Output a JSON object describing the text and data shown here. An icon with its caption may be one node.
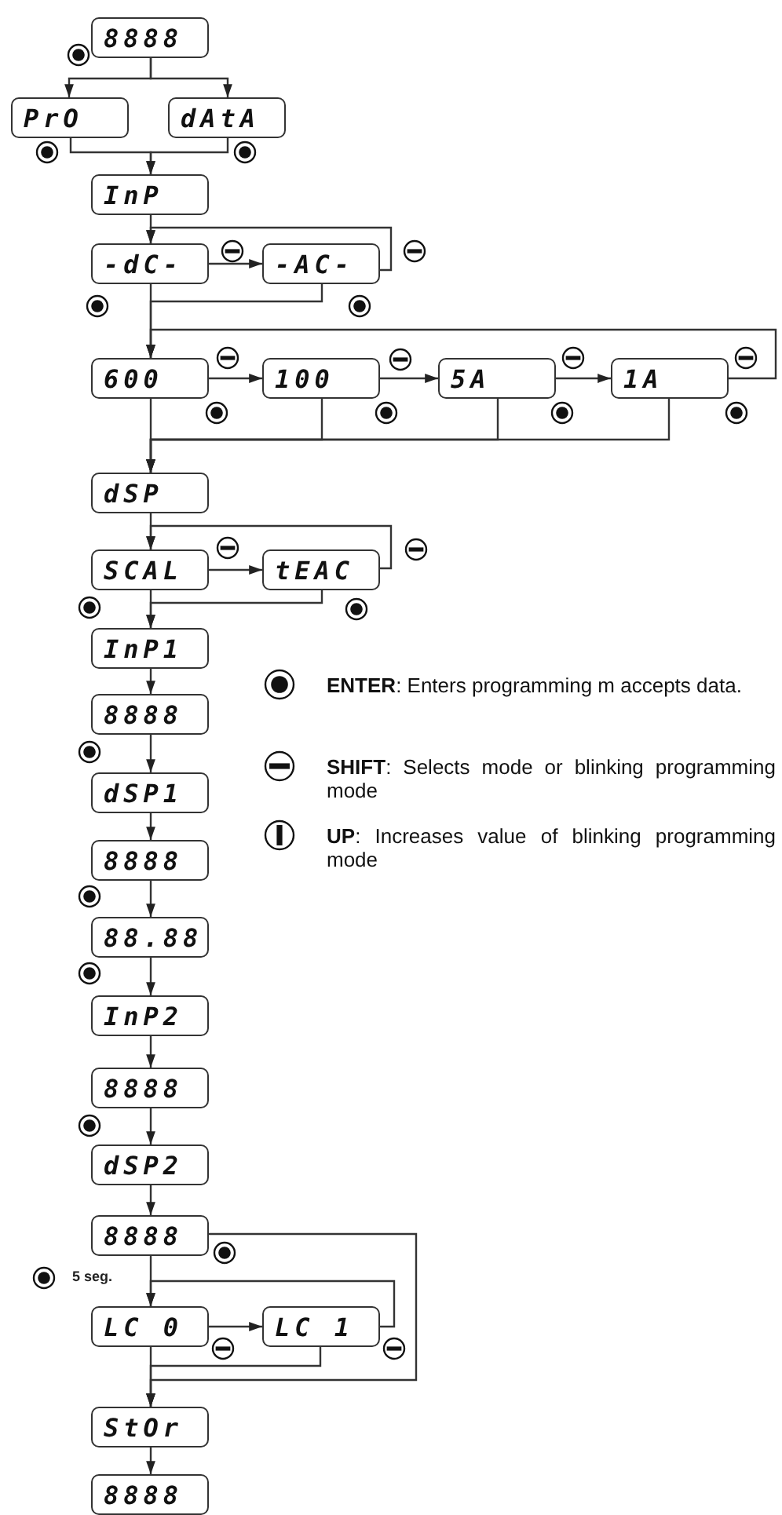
{
  "diagram": {
    "nodes": [
      {
        "text": [
          "8888"
        ]
      },
      {
        "text": [
          "PrO"
        ]
      },
      {
        "text": [
          "dAtA"
        ]
      },
      {
        "text": [
          "InP"
        ]
      },
      {
        "text": [
          "-dC-"
        ]
      },
      {
        "text": [
          "-AC-"
        ]
      },
      {
        "text": [
          "600"
        ]
      },
      {
        "text": [
          "100"
        ]
      },
      {
        "text": [
          "5A"
        ]
      },
      {
        "text": [
          "1A"
        ]
      },
      {
        "text": [
          "dSP"
        ]
      },
      {
        "text": [
          "SCAL"
        ]
      },
      {
        "text": [
          "tEAC"
        ]
      },
      {
        "text": [
          "InP1"
        ]
      },
      {
        "text": [
          "8888"
        ]
      },
      {
        "text": [
          "dSP1"
        ]
      },
      {
        "text": [
          "8888"
        ]
      },
      {
        "text": [
          "88.88"
        ]
      },
      {
        "text": [
          "InP2"
        ]
      },
      {
        "text": [
          "8888"
        ]
      },
      {
        "text": [
          "dSP2"
        ]
      },
      {
        "text": [
          "8888"
        ]
      },
      {
        "text": [
          "LC 0"
        ]
      },
      {
        "text": [
          "LC 1"
        ]
      },
      {
        "text": [
          "StOr"
        ]
      },
      {
        "text": [
          "8888"
        ]
      }
    ],
    "edges": [
      {
        "from": 0,
        "to": 1,
        "arrow": "to"
      },
      {
        "from": 0,
        "to": 2,
        "arrow": "to"
      },
      {
        "from": 1,
        "to": 3,
        "arrow": "to"
      },
      {
        "from": 2,
        "to": 3,
        "arrow": "to"
      },
      {
        "from": 3,
        "to": 4,
        "arrow": "to"
      },
      {
        "from": 4,
        "to": 5,
        "arrow": "to"
      },
      {
        "from": 5,
        "to": 4,
        "arrow": "to"
      },
      {
        "from": 4,
        "to": 6,
        "arrow": "to"
      },
      {
        "from": 5,
        "to": 6,
        "arrow": "to"
      },
      {
        "from": 6,
        "to": 7,
        "arrow": "to"
      },
      {
        "from": 7,
        "to": 8,
        "arrow": "to"
      },
      {
        "from": 8,
        "to": 9,
        "arrow": "to"
      },
      {
        "from": 9,
        "to": 6,
        "arrow": "to"
      },
      {
        "from": 6,
        "to": 10,
        "arrow": "to"
      },
      {
        "from": 7,
        "to": 10,
        "arrow": "to"
      },
      {
        "from": 8,
        "to": 10,
        "arrow": "to"
      },
      {
        "from": 9,
        "to": 10,
        "arrow": "to"
      },
      {
        "from": 10,
        "to": 11,
        "arrow": "to"
      },
      {
        "from": 11,
        "to": 12,
        "arrow": "to"
      },
      {
        "from": 12,
        "to": 11,
        "arrow": "to"
      },
      {
        "from": 11,
        "to": 13,
        "arrow": "to"
      },
      {
        "from": 12,
        "to": 13,
        "arrow": "to"
      },
      {
        "from": 13,
        "to": 14,
        "arrow": "to"
      },
      {
        "from": 14,
        "to": 15,
        "arrow": "to"
      },
      {
        "from": 15,
        "to": 16,
        "arrow": "to"
      },
      {
        "from": 16,
        "to": 17,
        "arrow": "to"
      },
      {
        "from": 17,
        "to": 18,
        "arrow": "to"
      },
      {
        "from": 18,
        "to": 19,
        "arrow": "to"
      },
      {
        "from": 19,
        "to": 20,
        "arrow": "to"
      },
      {
        "from": 20,
        "to": 21,
        "arrow": "to"
      },
      {
        "from": 21,
        "to": 22,
        "arrow": "to"
      },
      {
        "from": 22,
        "to": 23,
        "arrow": "to"
      },
      {
        "from": 23,
        "to": 22,
        "arrow": "to"
      },
      {
        "from": 21,
        "to": 24,
        "arrow": "to"
      },
      {
        "from": 22,
        "to": 24,
        "arrow": "to"
      },
      {
        "from": 23,
        "to": 24,
        "arrow": "to"
      },
      {
        "from": 24,
        "to": 25,
        "arrow": "to"
      }
    ],
    "labels": [
      "5 seg."
    ],
    "legend": [
      {
        "text": "**ENTER**: Enters programming m accepts data."
      },
      {
        "text": "**SHIFT**: Selects mode or blinking programming mode"
      },
      {
        "text": "**UP**: Increases value of blinking programming mode"
      }
    ]
  }
}
